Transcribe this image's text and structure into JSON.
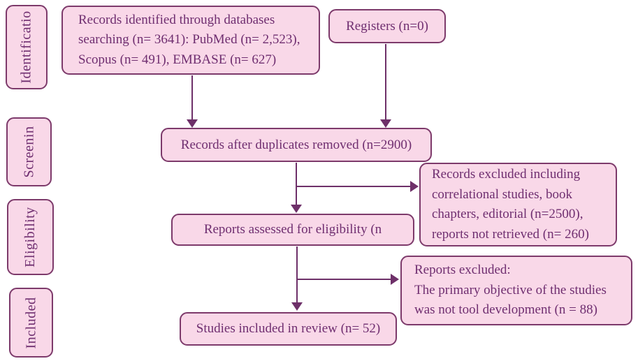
{
  "title": "PRISMA flow diagram",
  "colors": {
    "box_fill": "#F9D8E8",
    "box_border": "#7D3A6B",
    "text": "#6F2E70",
    "arrow": "#6E3069",
    "background": "#FFFFFF"
  },
  "sidebar": {
    "stages": [
      {
        "label": "Identificatio"
      },
      {
        "label": "Screenin"
      },
      {
        "label": "Eligibility"
      },
      {
        "label": "Included"
      }
    ]
  },
  "boxes": {
    "records_identified": {
      "text": "Records identified through databases searching (n= 3641): PubMed (n= 2,523), Scopus (n= 491), EMBASE (n= 627)"
    },
    "registers": {
      "text": "Registers (n=0)"
    },
    "duplicates_removed": {
      "text": "Records after duplicates removed (n=2900)"
    },
    "reports_assessed": {
      "text": "Reports assessed for eligibility (n"
    },
    "records_excluded": {
      "text": "Records excluded including correlational studies, book chapters, editorial (n=2500), reports not retrieved (n= 260)"
    },
    "reports_excluded": {
      "line1": "Reports excluded:",
      "line2": "The primary objective of the studies was not tool development (n = 88)"
    },
    "studies_included": {
      "text": "Studies included in review (n= 52)"
    }
  }
}
